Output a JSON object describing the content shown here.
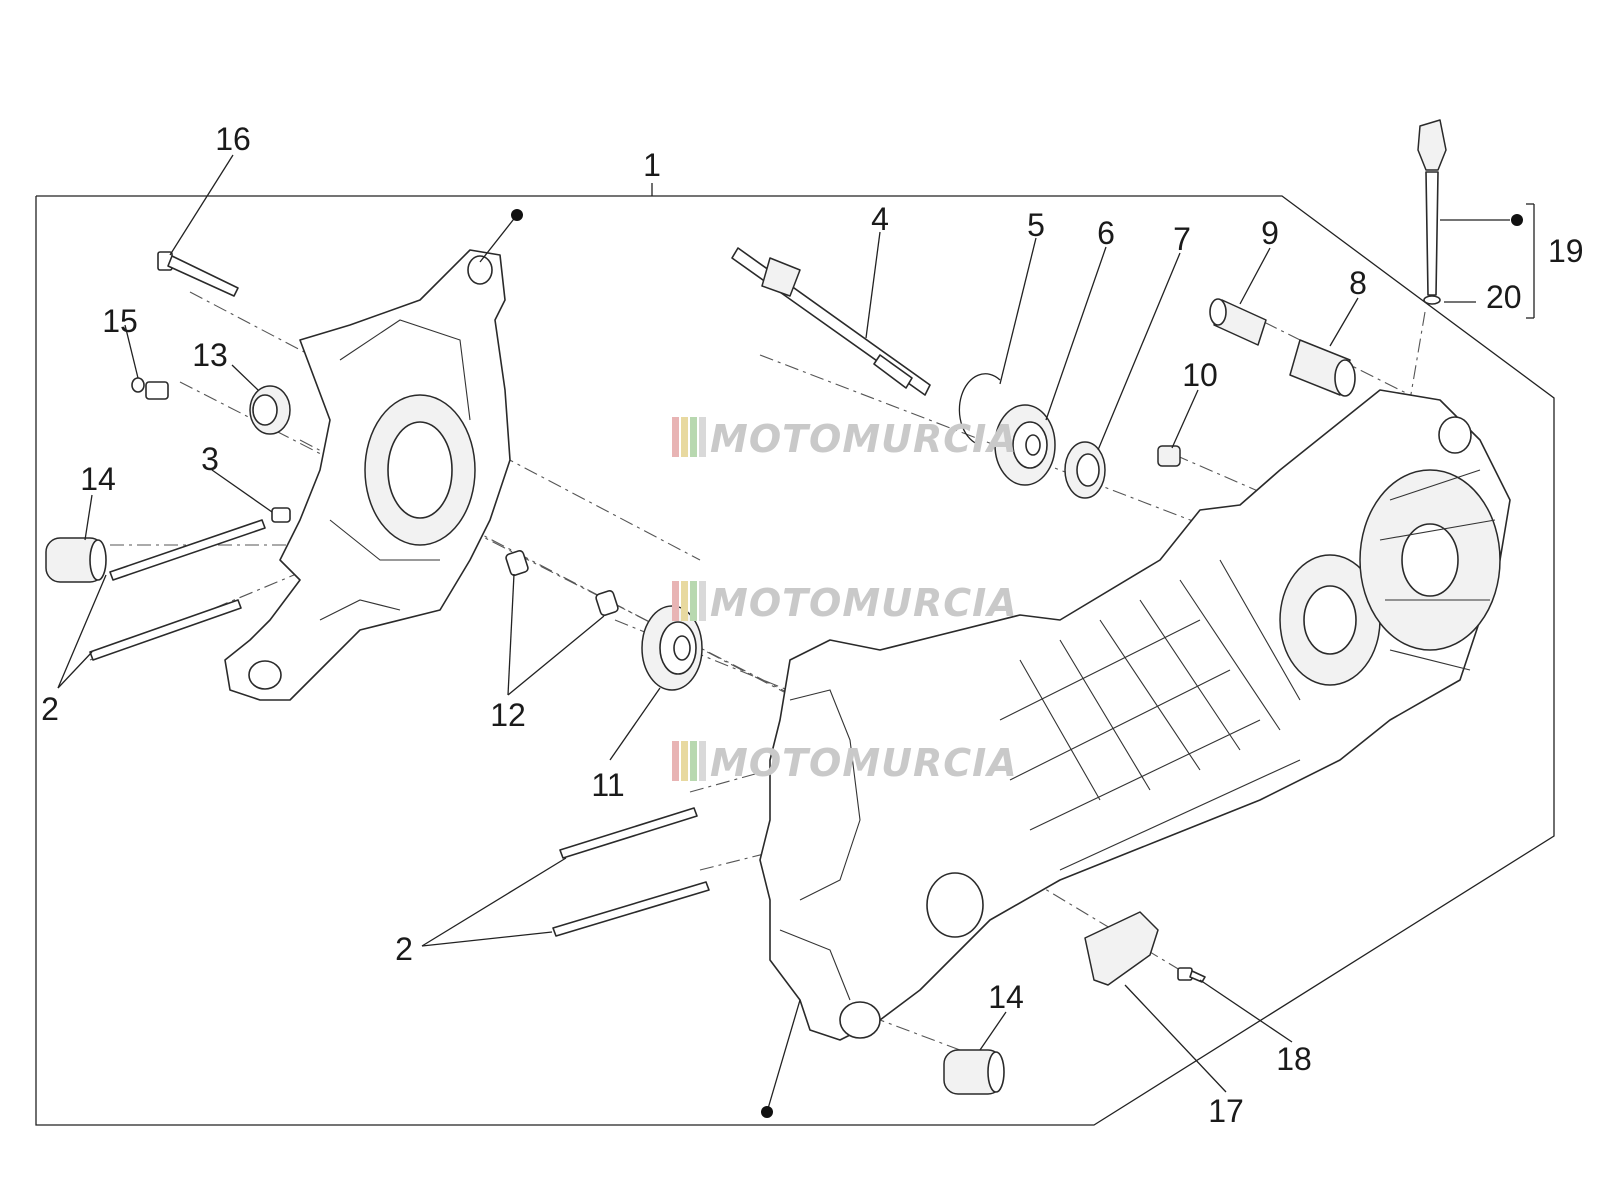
{
  "watermark": {
    "text": "MOTOMURCIA",
    "stripe_colors": [
      "#e8b4b4",
      "#e8d9a0",
      "#b8d8b0",
      "#d9d9d9"
    ]
  },
  "callouts": {
    "c1": "1",
    "c2a": "2",
    "c2b": "2",
    "c3": "3",
    "c4": "4",
    "c5": "5",
    "c6": "6",
    "c7": "7",
    "c8": "8",
    "c9": "9",
    "c10": "10",
    "c11": "11",
    "c12": "12",
    "c13": "13",
    "c14a": "14",
    "c14b": "14",
    "c15": "15",
    "c16": "16",
    "c17": "17",
    "c18": "18",
    "c19": "19",
    "c20": "20"
  }
}
